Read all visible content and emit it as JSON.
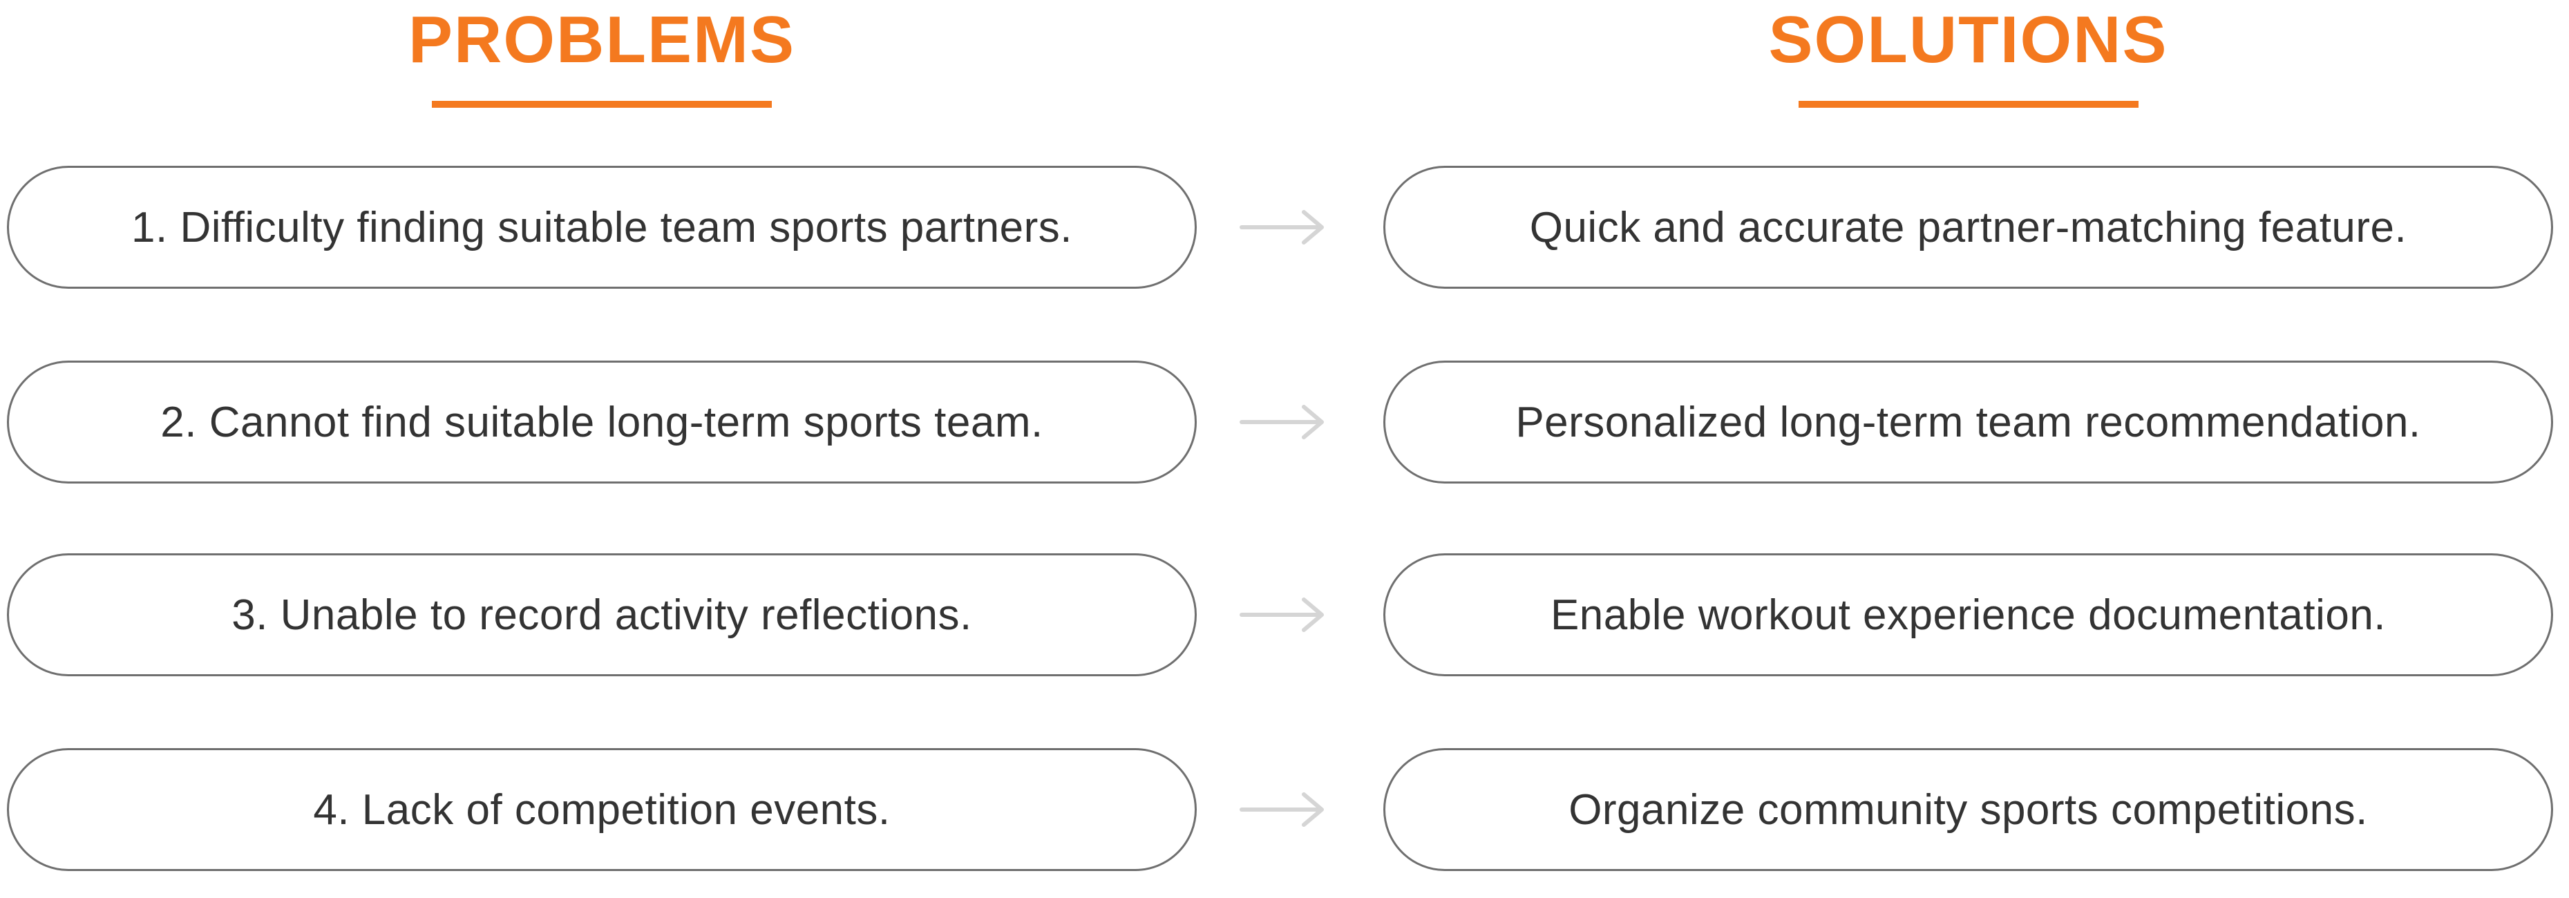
{
  "diagram": {
    "accent_color": "#F4791F",
    "pill_border_color": "#6F6F6F",
    "text_color": "#333333",
    "arrow_color": "#D5D5D5",
    "headers": {
      "problems": "PROBLEMS",
      "solutions": "SOLUTIONS"
    },
    "rows": [
      {
        "problem": "1. Difficulty finding suitable team sports partners.",
        "solution": "Quick and accurate partner-matching feature."
      },
      {
        "problem": "2. Cannot find suitable long-term sports team.",
        "solution": "Personalized long-term team recommendation."
      },
      {
        "problem": "3. Unable to record activity reflections.",
        "solution": "Enable workout experience documentation."
      },
      {
        "problem": "4. Lack of competition events.",
        "solution": "Organize community sports competitions."
      }
    ]
  }
}
